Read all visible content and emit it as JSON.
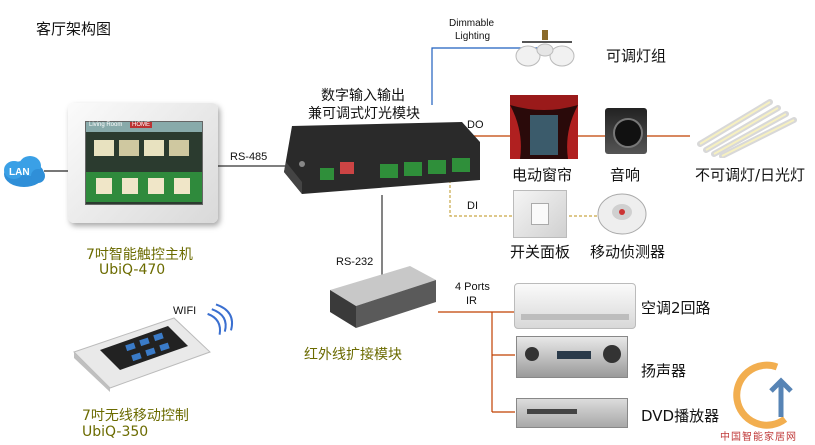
{
  "title": "客厅架构图",
  "lan": {
    "label": "LAN"
  },
  "touch_panel": {
    "name": "7吋智能触控主机",
    "model": "UbiQ-470",
    "screen_header": "Living Room",
    "screen_tab": "HOME"
  },
  "wireless_panel": {
    "name": "7吋无线移动控制",
    "model": "UbiQ-350",
    "wifi_label": "WIFI"
  },
  "lighting_module": {
    "name_line1": "数字输入输出",
    "name_line2": "兼可调式灯光模块"
  },
  "ir_module": {
    "name": "红外线扩接模块"
  },
  "links": {
    "rs485": "RS-485",
    "rs232": "RS-232",
    "dimmable_line1": "Dimmable",
    "dimmable_line2": "Lighting",
    "do": "DO",
    "di": "DI",
    "ir_line1": "4 Ports",
    "ir_line2": "IR"
  },
  "devices": {
    "dimmable_group": "可调灯组",
    "curtain": "电动窗帘",
    "speaker_audio": "音响",
    "fluorescent": "不可调灯/日光灯",
    "switch_panel": "开关面板",
    "motion_sensor": "移动侦测器",
    "ac": "空调2回路",
    "amplifier": "扬声器",
    "dvd": "DVD播放器"
  },
  "watermark": {
    "text": "中国智能家居网"
  },
  "colors": {
    "accent_blue": "#1f5fbf",
    "do_line": "#c04000",
    "di_line": "#c9a646",
    "module_dark": "#2a2a2a",
    "terminal_green": "#2f8f3a",
    "label_olive": "#6b6b00"
  }
}
